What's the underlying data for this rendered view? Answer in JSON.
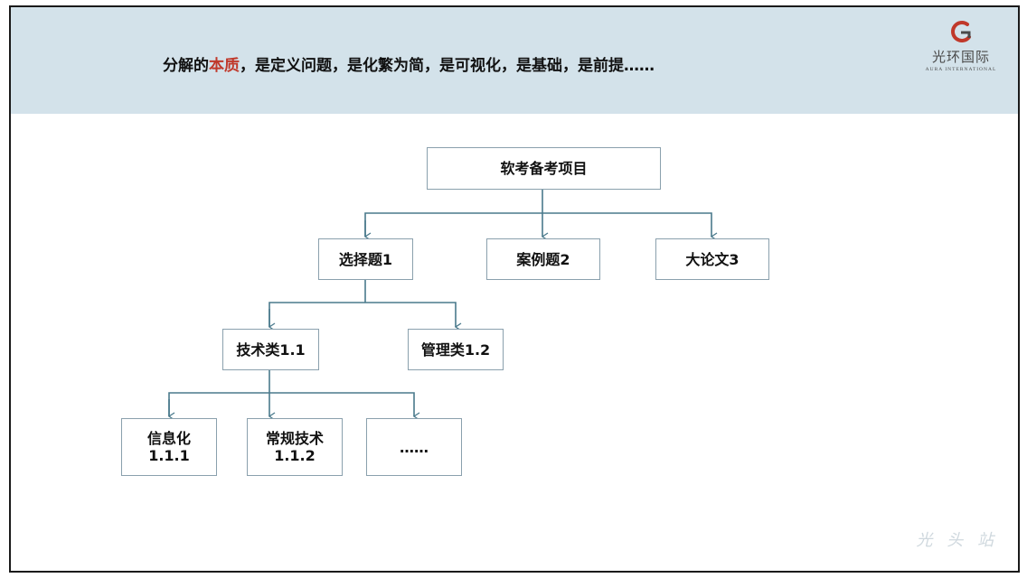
{
  "header": {
    "title_before": "分解的",
    "title_highlight": "本质",
    "title_after": "，是定义问题，是化繁为简，是可视化，是基础，是前提……",
    "highlight_color": "#c0392b"
  },
  "logo": {
    "name_cn": "光环国际",
    "name_en": "AURA INTERNATIONAL"
  },
  "watermark": "光 头 站",
  "tree": {
    "root": "软考备考项目",
    "level1": [
      "选择题1",
      "案例题2",
      "大论文3"
    ],
    "level2": [
      "技术类1.1",
      "管理类1.2"
    ],
    "level3": [
      "信息化\n1.1.1",
      "常规技术\n1.1.2",
      "……"
    ]
  },
  "colors": {
    "connector": "#4a7a8c",
    "node_border": "#8aa0ad",
    "header_bg": "#d3e2ea"
  }
}
